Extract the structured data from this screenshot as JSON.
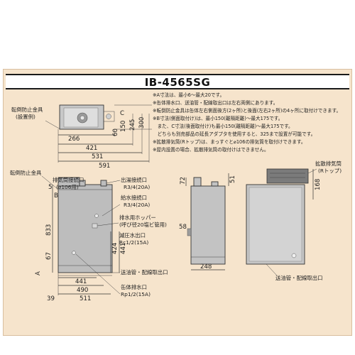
{
  "title": "IB-4565SG",
  "notes": [
    "※A寸法は、最小6～最大20です。",
    "※缶体排水口、送油管・配線取出口は左右両側にあります。",
    "※転倒防止金具は缶体左右側面後方(2ヶ所)と後面(左右2ヶ所)の4ヶ所に取付けできます。",
    "※B寸法(側面取付け)は、最小150(離隔距離)～最大175です。",
    "　また、C寸法(後面取付け)も最小150(離隔距離)～最大175です。",
    "　どちらも別売部品の延長アダプタを使用すると、325まで設置が可能です。",
    "※拡散排気筒(Rトップ)は、まっすぐと⌀106の排気筒を取付けできます。",
    "※屋内設置の場合、拡散排気筒の取付けはできません。"
  ],
  "top_view": {
    "label_line1": "転倒防止金具",
    "label_line2": "(設置例)",
    "dims": [
      "266",
      "421",
      "531",
      "591",
      "60",
      "150",
      "245",
      "300",
      "C"
    ]
  },
  "front_view": {
    "label_tip": "転倒防止金具",
    "dims": [
      "5",
      "B",
      "833",
      "67",
      "A",
      "424",
      "441",
      "441",
      "490",
      "511",
      "39"
    ],
    "callouts": [
      {
        "l1": "出湯接続口",
        "l2": "R3/4(20A)"
      },
      {
        "l1": "排気筒接続口",
        "l2": "(⌀106用)"
      },
      {
        "l1": "給水接続口",
        "l2": "R3/4(20A)"
      },
      {
        "l1": "排水用ホッパー",
        "l2": "(呼び径20塩ビ管用)"
      },
      {
        "l1": "減圧水出口",
        "l2": "Rc1/2(15A)"
      },
      {
        "l1": "送油管・配線取出口",
        "l2": ""
      },
      {
        "l1": "缶体排水口",
        "l2": "Rp1/2(15A)"
      }
    ]
  },
  "side_view": {
    "dims": [
      "72",
      "51",
      "58",
      "248"
    ]
  },
  "rear_view": {
    "label_l1": "拡散排気筒",
    "label_l2": "(Rトップ)",
    "dims": [
      "168"
    ],
    "callout": "送油管・配線取出口"
  },
  "colors": {
    "frame": "#f6e4cc",
    "unit": "#b7b7b7",
    "line": "#333333"
  }
}
